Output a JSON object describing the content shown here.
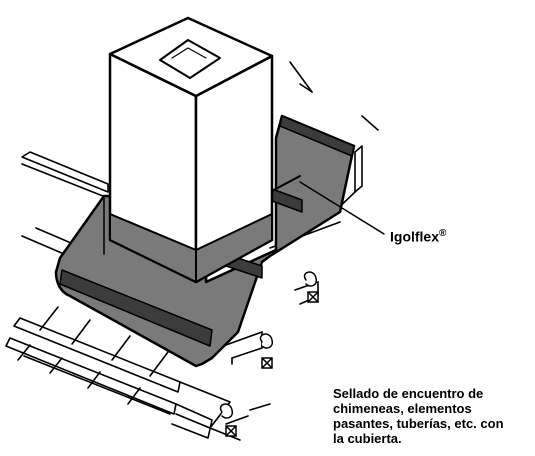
{
  "callout": {
    "label": "Igolflex",
    "mark": "®"
  },
  "caption": {
    "lines": [
      "Sellado de encuentro de",
      "chimeneas, elementos",
      "pasantes, tuberías, etc. con",
      "la cubierta."
    ]
  },
  "colors": {
    "line": "#000000",
    "membrane": "#7a7a7a",
    "membrane_band": "#3c3c3c",
    "chimney": "#ffffff",
    "background": "#ffffff"
  },
  "icons": [
    "hook-clip-icon",
    "cross-box-icon"
  ]
}
